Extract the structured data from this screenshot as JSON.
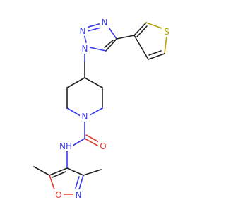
{
  "molecule": {
    "atoms": [
      {
        "id": "n_tri_top",
        "label": "N",
        "color": "#3a3aee"
      },
      {
        "id": "n_tri_left",
        "label": "N",
        "color": "#3a3aee"
      },
      {
        "id": "n_tri_1",
        "label": "N",
        "color": "#3a3aee"
      },
      {
        "id": "s_thio",
        "label": "S",
        "color": "#b8a400"
      },
      {
        "id": "n_pip",
        "label": "N",
        "color": "#3a3aee"
      },
      {
        "id": "o_carbonyl",
        "label": "O",
        "color": "#e23a2a"
      },
      {
        "id": "nh_amide",
        "label": "NH",
        "color": "#3a3aee"
      },
      {
        "id": "o_isox",
        "label": "O",
        "color": "#e23a2a"
      },
      {
        "id": "n_isox",
        "label": "N",
        "color": "#3a3aee"
      }
    ]
  }
}
